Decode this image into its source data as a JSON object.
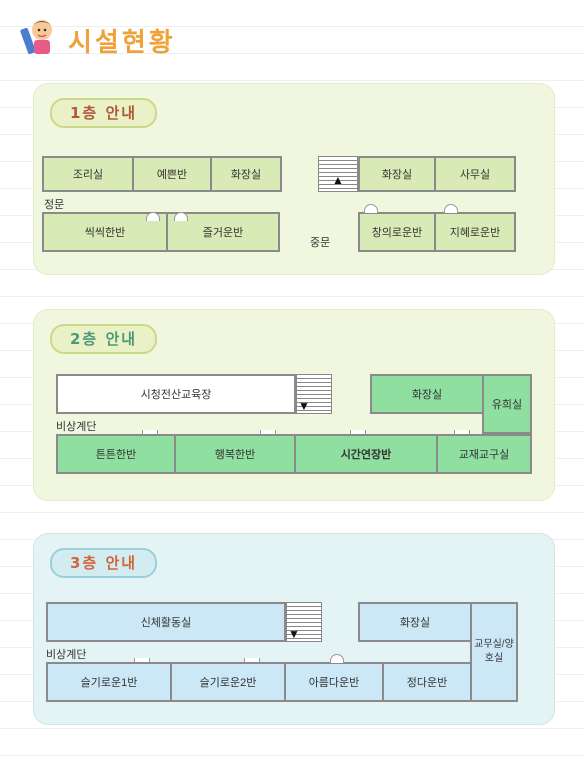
{
  "page_title": "시설현황",
  "floors": [
    {
      "badge": "1층 안내",
      "rooms": {
        "cook": "조리실",
        "yebbeun": "예쁜반",
        "toilet_left": "화장실",
        "toilet_right": "화장실",
        "office": "사무실",
        "ssikssik": "씩씩한반",
        "jeulgeoun": "즐거운반",
        "changui": "창의로운반",
        "jihye": "지혜로운반"
      },
      "labels": {
        "main_gate": "정문",
        "middle_gate": "중문"
      }
    },
    {
      "badge": "2층 안내",
      "rooms": {
        "av_room": "시청전산교육장",
        "toilet": "화장실",
        "nursing": "유희실",
        "teunteun": "튼튼한반",
        "haengbok": "행복한반",
        "extended": "시간연장반",
        "teaching_material": "교재교구실"
      },
      "labels": {
        "emergency_stairs": "비상계단"
      }
    },
    {
      "badge": "3층 안내",
      "rooms": {
        "gym": "신체활동실",
        "toilet": "화장실",
        "staff": "교무실/양호실",
        "seulgi1": "슬기로운1반",
        "seulgi2": "슬기로운2반",
        "areumda": "아름다운반",
        "jeongda": "정다운반"
      },
      "labels": {
        "emergency_stairs": "비상계단"
      }
    }
  ]
}
